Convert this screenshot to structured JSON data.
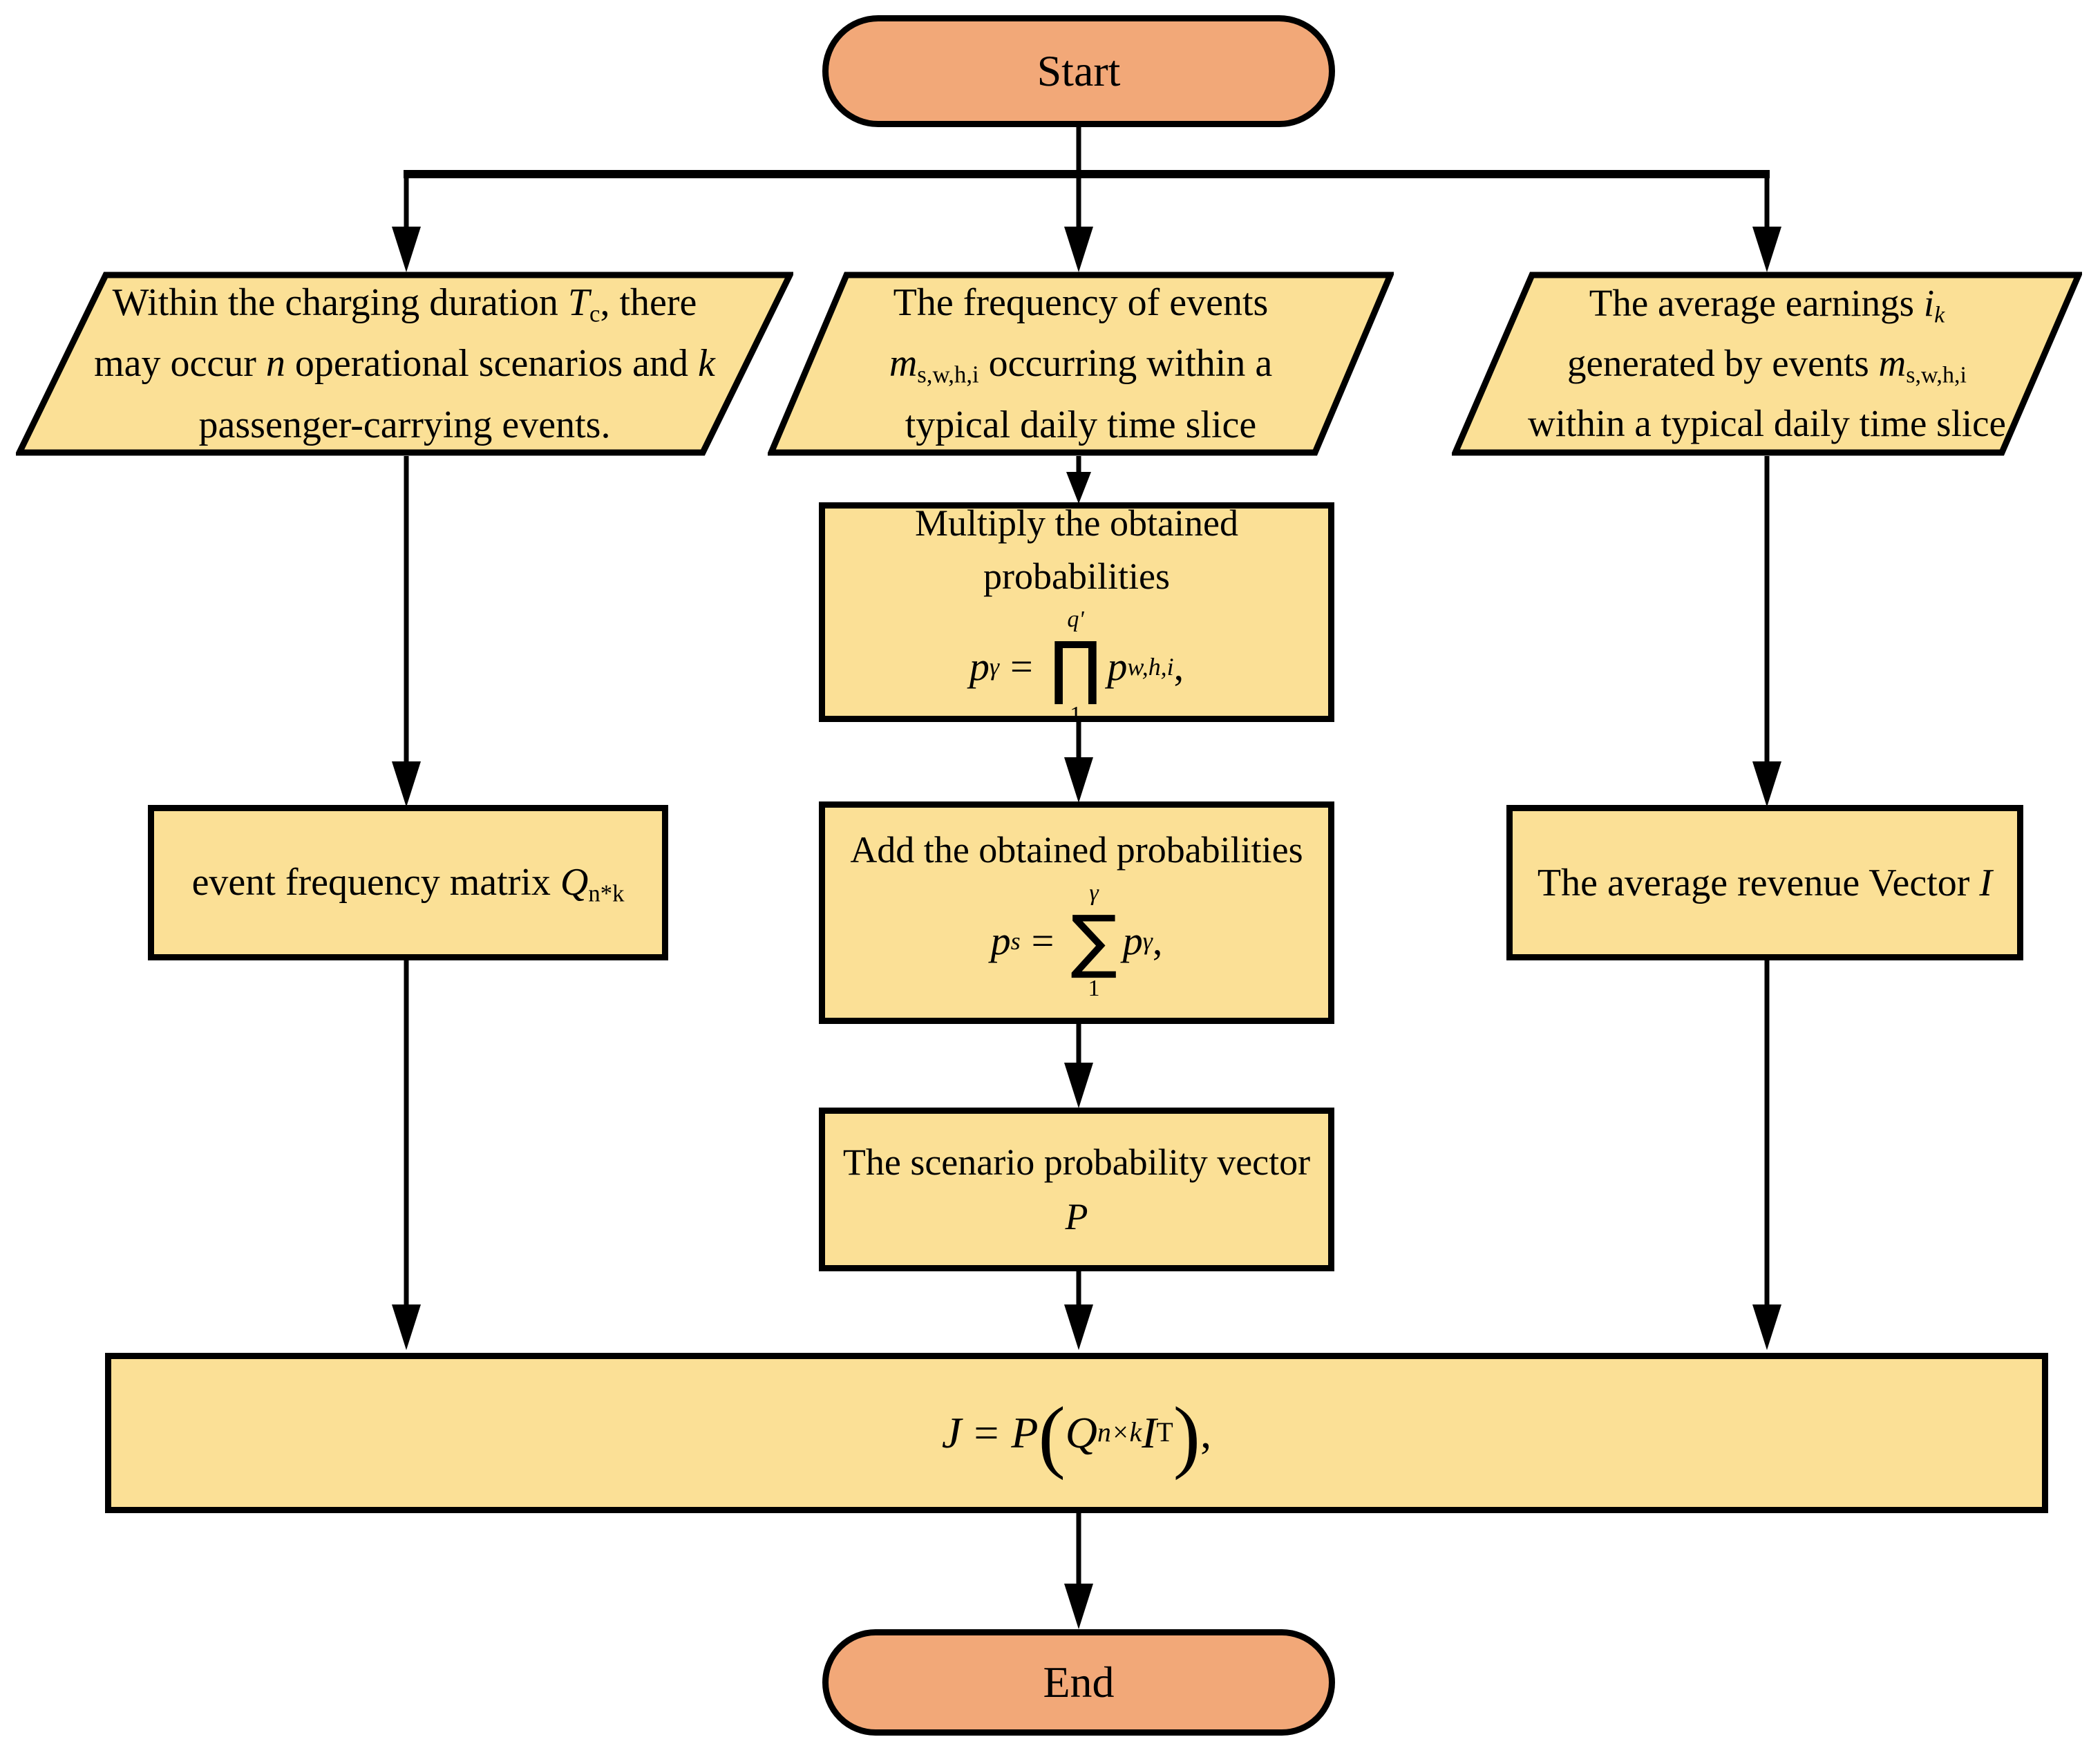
{
  "figure": {
    "type": "flowchart"
  },
  "colors": {
    "terminal_fill": "#F2A878",
    "process_fill": "#FBE096",
    "stroke": "#000000",
    "background": "#FFFFFF"
  },
  "nodes": {
    "start": {
      "label": "Start"
    },
    "input_left": {
      "l1a": "Within the charging duration ",
      "l1b": "T",
      "l1c": "c",
      "l1d": ", there",
      "l2a": "may occur ",
      "l2b": "n",
      "l2c": " operational scenarios and ",
      "l2d": "k",
      "l3": "passenger-carrying events."
    },
    "input_mid": {
      "l1": "The frequency of events",
      "l2a": "m",
      "l2b": "s,w,h,i",
      "l2c": " occurring within a",
      "l3": "typical daily time slice"
    },
    "input_right": {
      "l1a": "The average earnings ",
      "l1b": "i",
      "l1c": "k",
      "l2a": "generated by events ",
      "l2b": "m",
      "l2c": "s,w,h,i",
      "l3": "within a typical daily time slice"
    },
    "multiply": {
      "title_l1": "Multiply the obtained",
      "title_l2": "probabilities",
      "f_lhs": "p",
      "f_lhs_sub": "γ",
      "f_eq": "=",
      "f_op": "∏",
      "f_top": "q'",
      "f_bot": "1",
      "f_rhs": "p",
      "f_rhs_sub": "w,h,i",
      "f_comma": ","
    },
    "event_matrix": {
      "t1": "event frequency matrix ",
      "t2": "Q",
      "t3": "n*k"
    },
    "add": {
      "title": "Add the obtained probabilities",
      "f_lhs": "p",
      "f_lhs_sub": "s",
      "f_eq": "=",
      "f_op": "∑",
      "f_top": "γ",
      "f_bot": "1",
      "f_rhs": "p",
      "f_rhs_sub": "γ",
      "f_comma": ","
    },
    "revenue": {
      "t1": "The average revenue Vector ",
      "t2": "I"
    },
    "scenario": {
      "l1": "The scenario probability vector",
      "l2": "P"
    },
    "final_formula": {
      "f1": "J",
      "f2": "=",
      "f3": "P",
      "f_open": "(",
      "f4": "Q",
      "f4_sub": "n×k",
      "f5": "I",
      "f5_sup": "T",
      "f_close": ")",
      "f_comma": ","
    },
    "end": {
      "label": "End"
    }
  }
}
